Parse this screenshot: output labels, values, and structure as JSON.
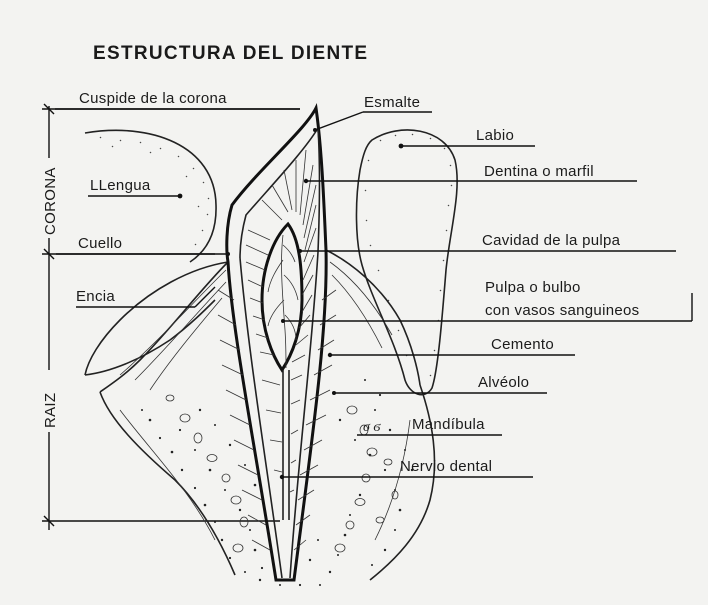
{
  "title": "ESTRUCTURA DEL DIENTE",
  "side_labels": {
    "corona": "CORONA",
    "raiz": "RAIZ"
  },
  "labels": {
    "cuspide": "Cuspide de la corona",
    "esmalte": "Esmalte",
    "labio": "Labio",
    "lengua": "LLengua",
    "dentina": "Dentina o marfil",
    "cuello": "Cuello",
    "cavidad": "Cavidad de la pulpa",
    "encia": "Encia",
    "pulpa_line1": "Pulpa o bulbo",
    "pulpa_line2": "con vasos sanguineos",
    "cemento": "Cemento",
    "alveolo": "Alvéolo",
    "mandibula": "Mandíbula",
    "nervio": "Nervio dental"
  },
  "colors": {
    "background": "#f3f3f1",
    "ink": "#111111"
  }
}
